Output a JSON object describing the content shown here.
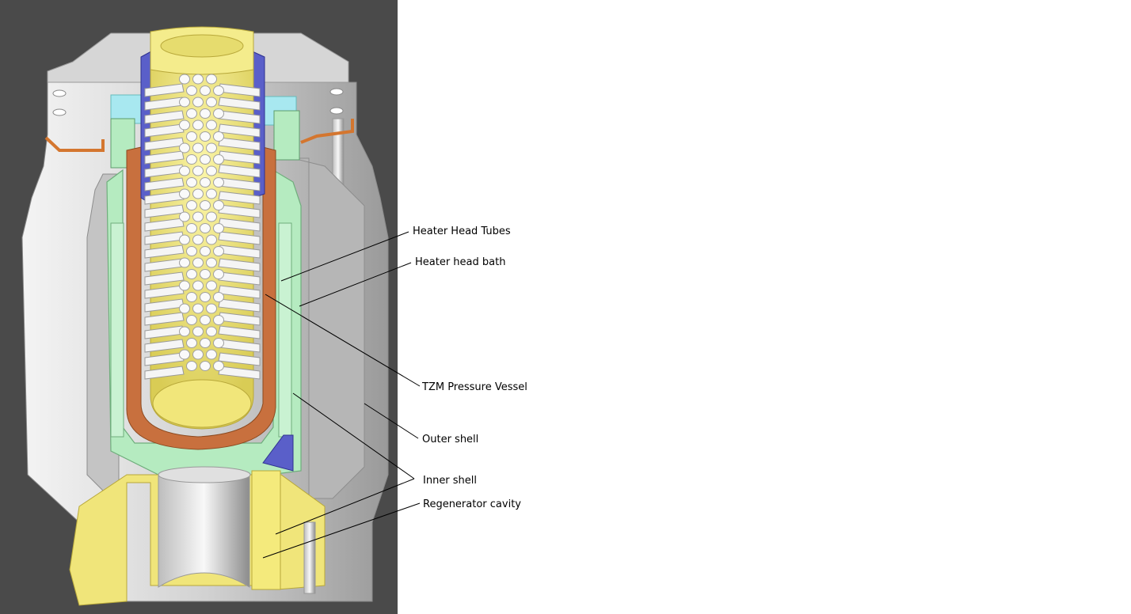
{
  "colors": {
    "background": "#4a4a4a",
    "metal": "#dcdcdc",
    "yellow": "#f0e57a",
    "green": "#b5ebc0",
    "orange": "#c8703e",
    "blue": "#5a5fc9",
    "cyan": "#a8e8f0"
  },
  "labels": [
    {
      "id": "heater-head-tubes",
      "text": "Heater Head Tubes"
    },
    {
      "id": "heater-head-bath",
      "text": "Heater head bath"
    },
    {
      "id": "tzm-pressure-vessel",
      "text": "TZM Pressure Vessel"
    },
    {
      "id": "outer-shell",
      "text": "Outer shell"
    },
    {
      "id": "inner-shell",
      "text": "Inner shell"
    },
    {
      "id": "regenerator-cavity",
      "text": "Regenerator cavity"
    }
  ]
}
